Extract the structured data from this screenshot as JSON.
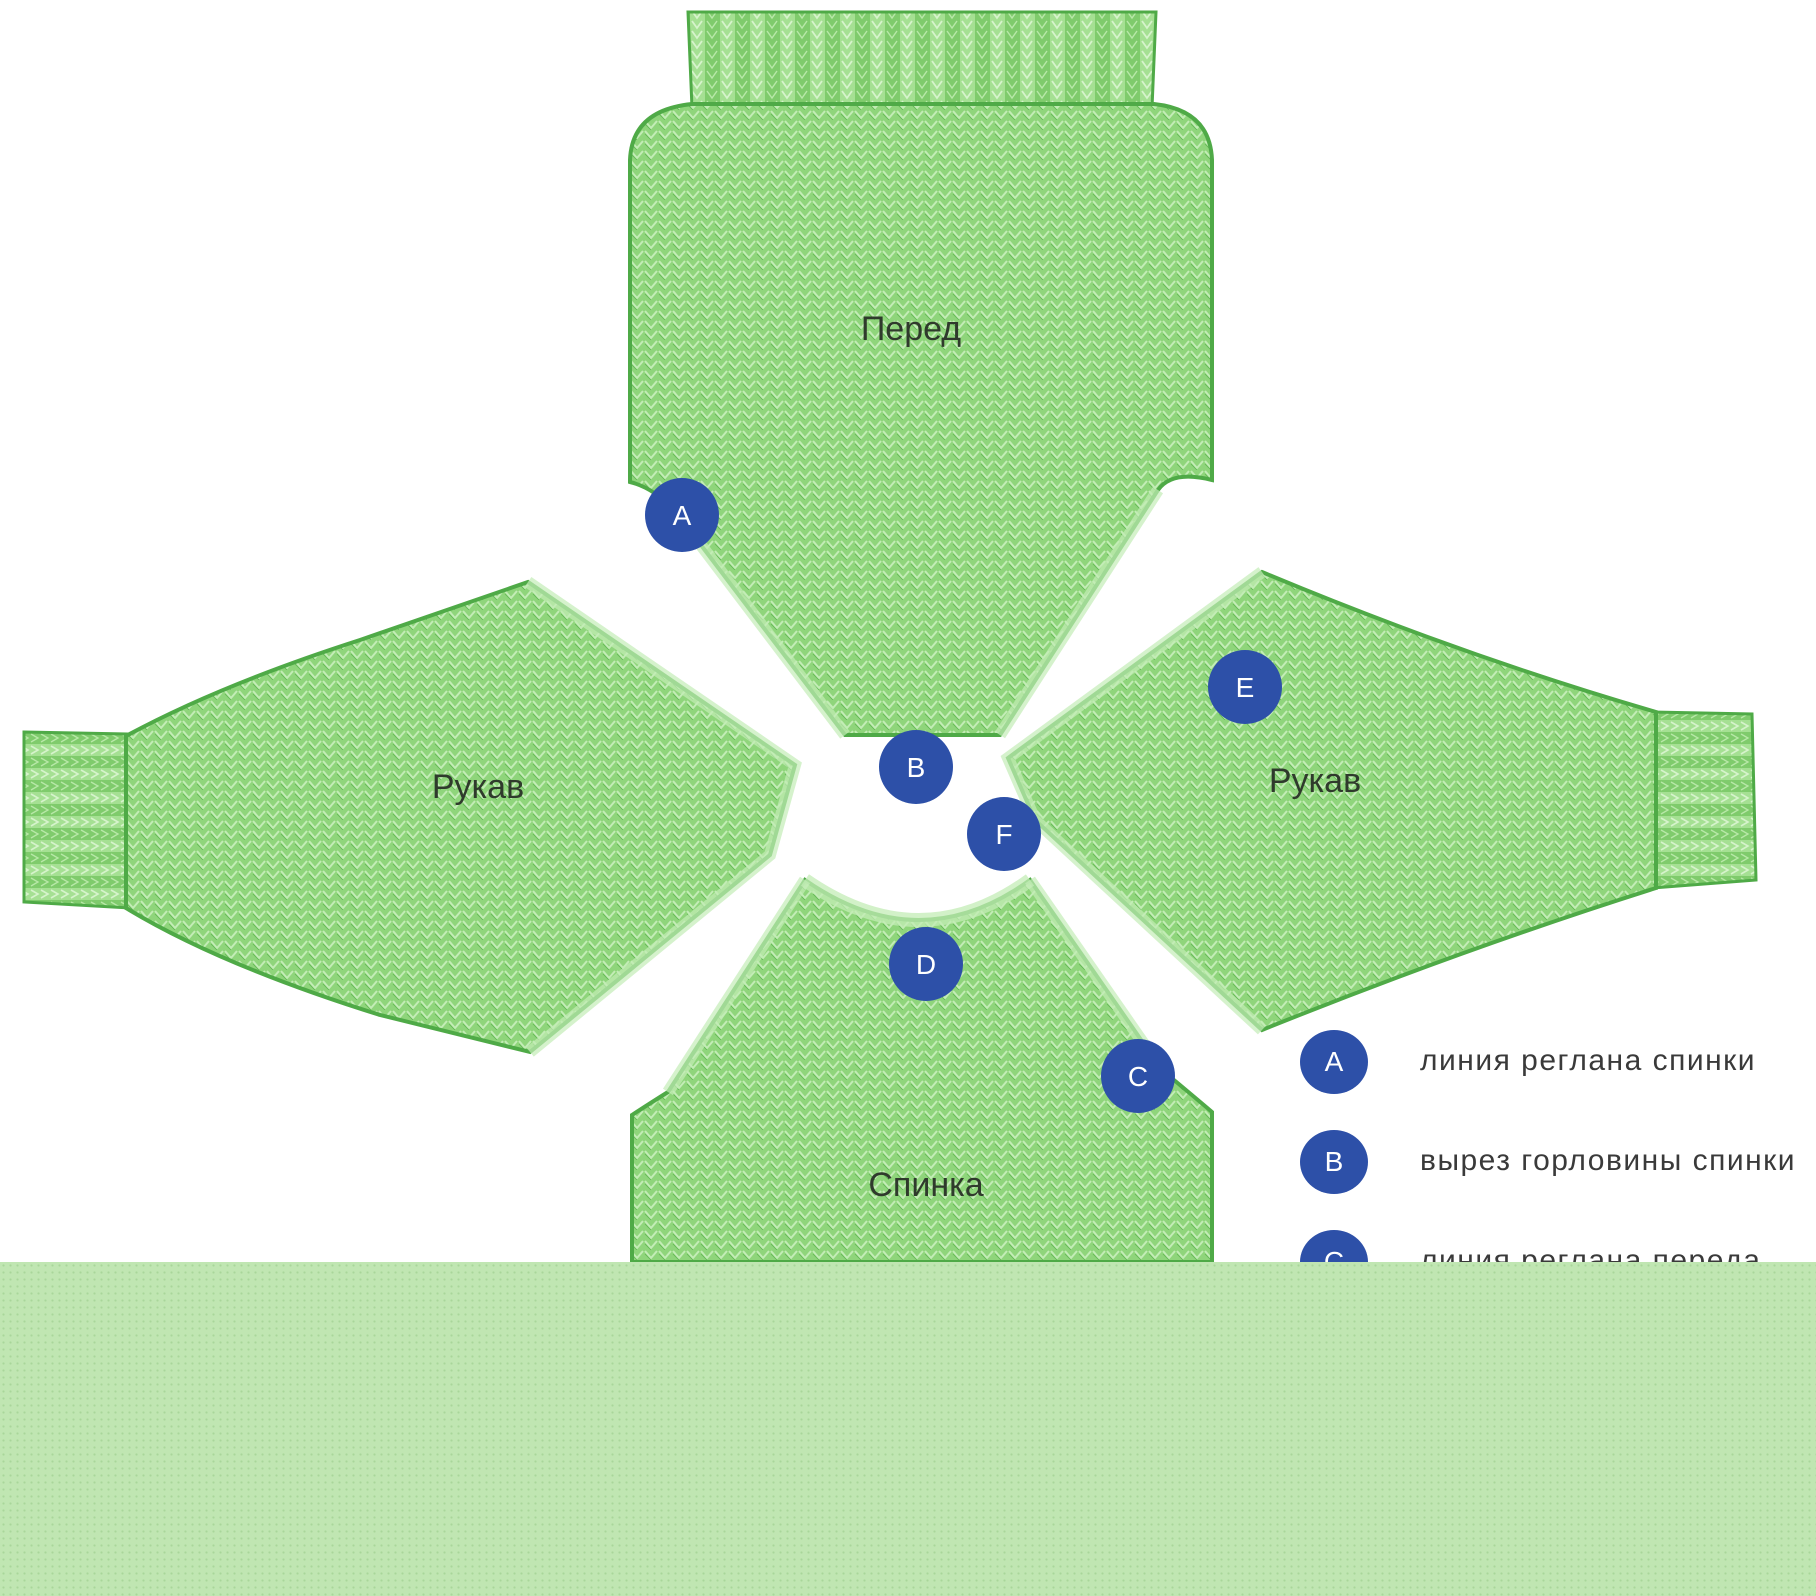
{
  "colors": {
    "knit_fill": "#8fd57b",
    "knit_edge": "#4faa47",
    "knit_light": "#c3ecb6",
    "marker": "#2d50a8",
    "marker_text": "#ffffff",
    "band": "#c0e6b2"
  },
  "pieces": {
    "front": "Перед",
    "back": "Спинка",
    "sleeve_left": "Рукав",
    "sleeve_right": "Рукав"
  },
  "markers": {
    "a": "A",
    "b": "B",
    "c": "C",
    "d": "D",
    "e": "E",
    "f": "F"
  },
  "legend": {
    "items": [
      {
        "marker": "A",
        "text": "линия реглана спинки"
      },
      {
        "marker": "B",
        "text": "вырез горловины спинки"
      },
      {
        "marker": "C",
        "text": "линия реглана переда"
      }
    ]
  }
}
